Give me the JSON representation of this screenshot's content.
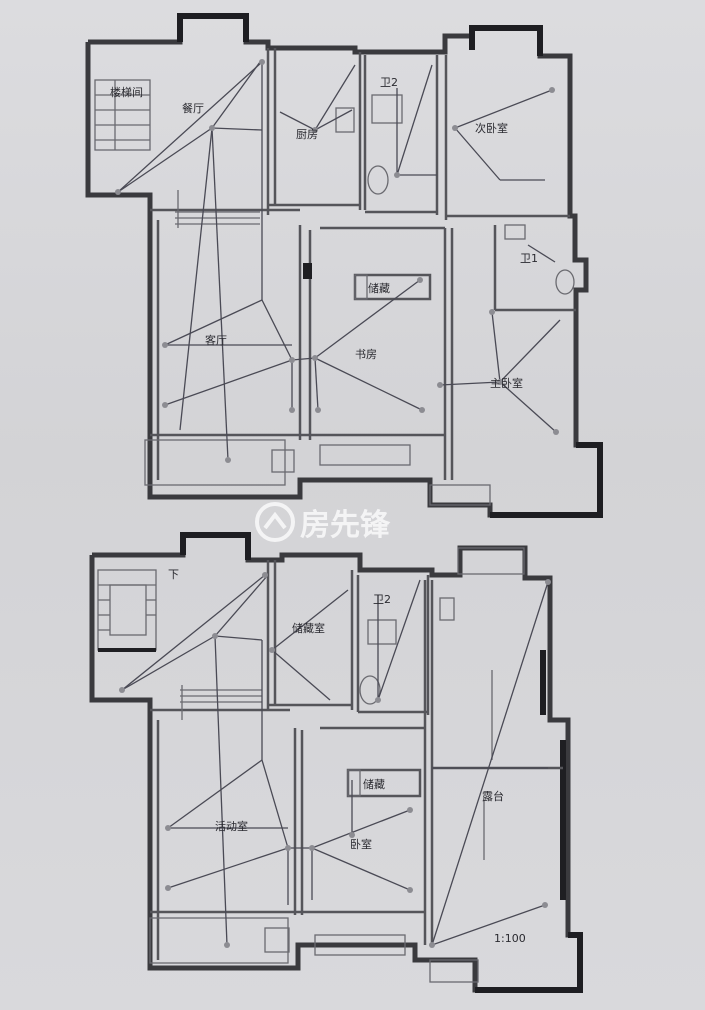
{
  "upper_floor": {
    "rooms": {
      "stair_room": "楼梯间",
      "dining": "餐厅",
      "kitchen": "厨房",
      "wc2": "卫2",
      "second_bedroom": "次卧室",
      "wc1": "卫1",
      "storage": "储藏",
      "living": "客厅",
      "study": "书房",
      "master_bedroom": "主卧室"
    }
  },
  "lower_floor": {
    "rooms": {
      "stair_down": "下",
      "storage_room": "储藏室",
      "wc2": "卫2",
      "storage": "储藏",
      "activity": "活动室",
      "bedroom": "卧室",
      "terrace": "露台",
      "scale": "1:100"
    }
  },
  "watermark": {
    "text": "房先锋"
  }
}
